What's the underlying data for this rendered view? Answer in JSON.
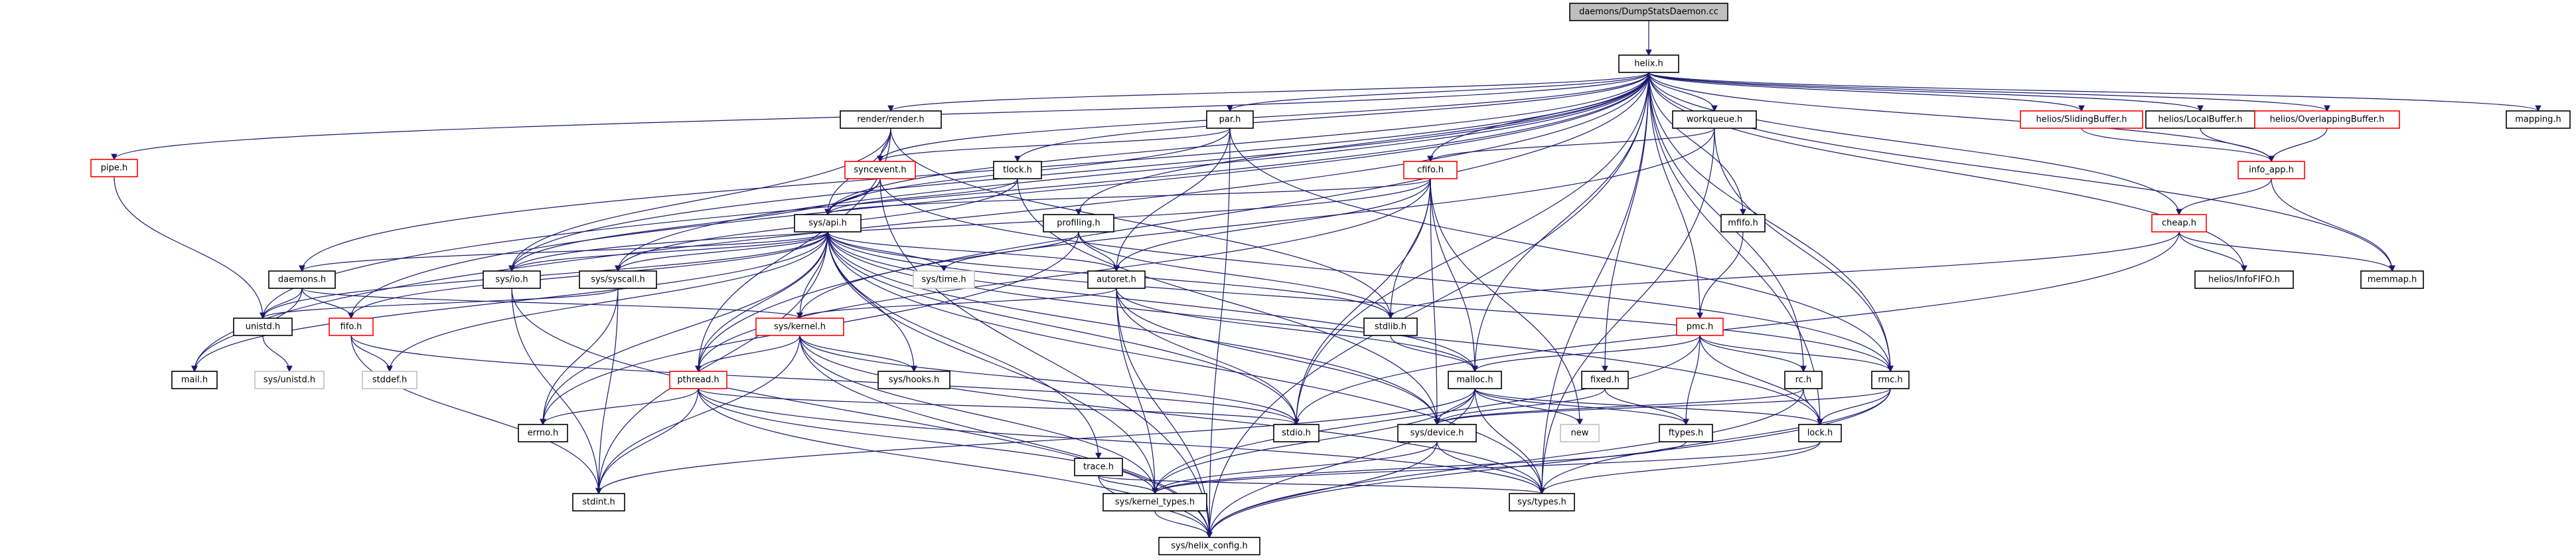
{
  "graph": {
    "nodes": [
      {
        "id": "root",
        "label": "daemons/DumpStatsDaemon.cc",
        "style": "root"
      },
      {
        "id": "helix",
        "label": "helix.h",
        "style": "black"
      },
      {
        "id": "pipe",
        "label": "pipe.h",
        "style": "red"
      },
      {
        "id": "render",
        "label": "render/render.h",
        "style": "black"
      },
      {
        "id": "par",
        "label": "par.h",
        "style": "black"
      },
      {
        "id": "workqueue",
        "label": "workqueue.h",
        "style": "black"
      },
      {
        "id": "sliding",
        "label": "helios/SlidingBuffer.h",
        "style": "red"
      },
      {
        "id": "localbuf",
        "label": "helios/LocalBuffer.h",
        "style": "black"
      },
      {
        "id": "overlap",
        "label": "helios/OverlappingBuffer.h",
        "style": "red"
      },
      {
        "id": "mapping",
        "label": "mapping.h",
        "style": "black"
      },
      {
        "id": "syncevent",
        "label": "syncevent.h",
        "style": "red"
      },
      {
        "id": "tlock",
        "label": "tlock.h",
        "style": "black"
      },
      {
        "id": "cfifo",
        "label": "cfifo.h",
        "style": "red"
      },
      {
        "id": "infoapp",
        "label": "info_app.h",
        "style": "red"
      },
      {
        "id": "mfifo",
        "label": "mfifo.h",
        "style": "black"
      },
      {
        "id": "profiling",
        "label": "profiling.h",
        "style": "black"
      },
      {
        "id": "sysapi",
        "label": "sys/api.h",
        "style": "black"
      },
      {
        "id": "cheap",
        "label": "cheap.h",
        "style": "red"
      },
      {
        "id": "infofifo",
        "label": "helios/InfoFIFO.h",
        "style": "black"
      },
      {
        "id": "memmap",
        "label": "memmap.h",
        "style": "black"
      },
      {
        "id": "sysio",
        "label": "sys/io.h",
        "style": "black"
      },
      {
        "id": "daemons",
        "label": "daemons.h",
        "style": "black"
      },
      {
        "id": "syssyscall",
        "label": "sys/syscall.h",
        "style": "black"
      },
      {
        "id": "systime",
        "label": "sys/time.h",
        "style": "grey"
      },
      {
        "id": "autoret",
        "label": "autoret.h",
        "style": "black"
      },
      {
        "id": "stdlib",
        "label": "stdlib.h",
        "style": "black"
      },
      {
        "id": "unistd",
        "label": "unistd.h",
        "style": "black"
      },
      {
        "id": "fifo",
        "label": "fifo.h",
        "style": "red"
      },
      {
        "id": "syskernel",
        "label": "sys/kernel.h",
        "style": "red"
      },
      {
        "id": "pmc",
        "label": "pmc.h",
        "style": "red"
      },
      {
        "id": "mail",
        "label": "mail.h",
        "style": "black"
      },
      {
        "id": "sysunistd",
        "label": "sys/unistd.h",
        "style": "grey"
      },
      {
        "id": "stddef",
        "label": "stddef.h",
        "style": "grey"
      },
      {
        "id": "syshooks",
        "label": "sys/hooks.h",
        "style": "black"
      },
      {
        "id": "pthread",
        "label": "pthread.h",
        "style": "red"
      },
      {
        "id": "malloc",
        "label": "malloc.h",
        "style": "black"
      },
      {
        "id": "fixed",
        "label": "fixed.h",
        "style": "black"
      },
      {
        "id": "rc",
        "label": "rc.h",
        "style": "black"
      },
      {
        "id": "rmc",
        "label": "rmc.h",
        "style": "black"
      },
      {
        "id": "errno",
        "label": "errno.h",
        "style": "black"
      },
      {
        "id": "stdio",
        "label": "stdio.h",
        "style": "black"
      },
      {
        "id": "sysdevice",
        "label": "sys/device.h",
        "style": "black"
      },
      {
        "id": "new",
        "label": "new",
        "style": "grey"
      },
      {
        "id": "ftypes",
        "label": "ftypes.h",
        "style": "black"
      },
      {
        "id": "lock",
        "label": "lock.h",
        "style": "black"
      },
      {
        "id": "trace",
        "label": "trace.h",
        "style": "black"
      },
      {
        "id": "stdint",
        "label": "stdint.h",
        "style": "black"
      },
      {
        "id": "syskerneltypes",
        "label": "sys/kernel_types.h",
        "style": "black"
      },
      {
        "id": "systypes",
        "label": "sys/types.h",
        "style": "black"
      },
      {
        "id": "syshelixconfig",
        "label": "sys/helix_config.h",
        "style": "black"
      }
    ],
    "edges": [
      [
        "root",
        "helix"
      ],
      [
        "helix",
        "pipe"
      ],
      [
        "helix",
        "render"
      ],
      [
        "helix",
        "par"
      ],
      [
        "helix",
        "workqueue"
      ],
      [
        "helix",
        "sliding"
      ],
      [
        "helix",
        "localbuf"
      ],
      [
        "helix",
        "overlap"
      ],
      [
        "helix",
        "mapping"
      ],
      [
        "helix",
        "syncevent"
      ],
      [
        "helix",
        "tlock"
      ],
      [
        "helix",
        "cfifo"
      ],
      [
        "helix",
        "infoapp"
      ],
      [
        "helix",
        "mfifo"
      ],
      [
        "helix",
        "profiling"
      ],
      [
        "helix",
        "sysapi"
      ],
      [
        "helix",
        "cheap"
      ],
      [
        "helix",
        "infofifo"
      ],
      [
        "helix",
        "memmap"
      ],
      [
        "helix",
        "sysio"
      ],
      [
        "helix",
        "daemons"
      ],
      [
        "helix",
        "syssyscall"
      ],
      [
        "helix",
        "unistd"
      ],
      [
        "helix",
        "fifo"
      ],
      [
        "helix",
        "pmc"
      ],
      [
        "helix",
        "mail"
      ],
      [
        "helix",
        "pthread"
      ],
      [
        "helix",
        "malloc"
      ],
      [
        "helix",
        "fixed"
      ],
      [
        "helix",
        "rc"
      ],
      [
        "helix",
        "rmc"
      ],
      [
        "helix",
        "stdio"
      ],
      [
        "helix",
        "lock"
      ],
      [
        "helix",
        "systypes"
      ],
      [
        "helix",
        "syshelixconfig"
      ],
      [
        "pipe",
        "unistd"
      ],
      [
        "render",
        "syncevent"
      ],
      [
        "render",
        "sysapi"
      ],
      [
        "render",
        "sysio"
      ],
      [
        "render",
        "pthread"
      ],
      [
        "render",
        "stdlib"
      ],
      [
        "par",
        "syncevent"
      ],
      [
        "par",
        "sysapi"
      ],
      [
        "par",
        "autoret"
      ],
      [
        "par",
        "rmc"
      ],
      [
        "par",
        "syshelixconfig"
      ],
      [
        "workqueue",
        "cfifo"
      ],
      [
        "workqueue",
        "syskernel"
      ],
      [
        "workqueue",
        "rmc"
      ],
      [
        "workqueue",
        "systypes"
      ],
      [
        "sliding",
        "infoapp"
      ],
      [
        "localbuf",
        "infoapp"
      ],
      [
        "overlap",
        "infoapp"
      ],
      [
        "syncevent",
        "sysapi"
      ],
      [
        "syncevent",
        "sysio"
      ],
      [
        "syncevent",
        "syshelixconfig"
      ],
      [
        "syncevent",
        "rmc"
      ],
      [
        "tlock",
        "sysapi"
      ],
      [
        "tlock",
        "syssyscall"
      ],
      [
        "tlock",
        "sysdevice"
      ],
      [
        "cfifo",
        "sysapi"
      ],
      [
        "cfifo",
        "autoret"
      ],
      [
        "cfifo",
        "stdlib"
      ],
      [
        "cfifo",
        "malloc"
      ],
      [
        "cfifo",
        "stdio"
      ],
      [
        "cfifo",
        "sysdevice"
      ],
      [
        "cfifo",
        "new"
      ],
      [
        "cfifo",
        "pthread"
      ],
      [
        "cfifo",
        "sysio"
      ],
      [
        "infoapp",
        "cheap"
      ],
      [
        "infoapp",
        "memmap"
      ],
      [
        "mfifo",
        "pmc"
      ],
      [
        "profiling",
        "autoret"
      ],
      [
        "profiling",
        "systime"
      ],
      [
        "profiling",
        "stdlib"
      ],
      [
        "profiling",
        "errno"
      ],
      [
        "sysapi",
        "sysio"
      ],
      [
        "sysapi",
        "daemons"
      ],
      [
        "sysapi",
        "syssyscall"
      ],
      [
        "sysapi",
        "systime"
      ],
      [
        "sysapi",
        "autoret"
      ],
      [
        "sysapi",
        "stdlib"
      ],
      [
        "sysapi",
        "unistd"
      ],
      [
        "sysapi",
        "fifo"
      ],
      [
        "sysapi",
        "syskernel"
      ],
      [
        "sysapi",
        "mail"
      ],
      [
        "sysapi",
        "stddef"
      ],
      [
        "sysapi",
        "syshooks"
      ],
      [
        "sysapi",
        "pthread"
      ],
      [
        "sysapi",
        "malloc"
      ],
      [
        "sysapi",
        "rmc"
      ],
      [
        "sysapi",
        "errno"
      ],
      [
        "sysapi",
        "stdio"
      ],
      [
        "sysapi",
        "sysdevice"
      ],
      [
        "sysapi",
        "lock"
      ],
      [
        "sysapi",
        "trace"
      ],
      [
        "sysapi",
        "stdint"
      ],
      [
        "sysapi",
        "syskerneltypes"
      ],
      [
        "sysapi",
        "systypes"
      ],
      [
        "cheap",
        "infofifo"
      ],
      [
        "cheap",
        "memmap"
      ],
      [
        "cheap",
        "stdlib"
      ],
      [
        "cheap",
        "stdio"
      ],
      [
        "sysio",
        "stdint"
      ],
      [
        "sysio",
        "syshelixconfig"
      ],
      [
        "daemons",
        "fifo"
      ],
      [
        "daemons",
        "mail"
      ],
      [
        "daemons",
        "unistd"
      ],
      [
        "daemons",
        "syskernel"
      ],
      [
        "syssyscall",
        "unistd"
      ],
      [
        "syssyscall",
        "errno"
      ],
      [
        "syssyscall",
        "stdint"
      ],
      [
        "autoret",
        "syskernel"
      ],
      [
        "autoret",
        "stdio"
      ],
      [
        "autoret",
        "sysdevice"
      ],
      [
        "autoret",
        "syskerneltypes"
      ],
      [
        "autoret",
        "syshelixconfig"
      ],
      [
        "autoret",
        "malloc"
      ],
      [
        "stdlib",
        "malloc"
      ],
      [
        "unistd",
        "sysunistd"
      ],
      [
        "fifo",
        "stddef"
      ],
      [
        "fifo",
        "stdint"
      ],
      [
        "fifo",
        "stdio"
      ],
      [
        "syskernel",
        "syshooks"
      ],
      [
        "syskernel",
        "pthread"
      ],
      [
        "syskernel",
        "stdint"
      ],
      [
        "syskernel",
        "syskerneltypes"
      ],
      [
        "syskernel",
        "syshelixconfig"
      ],
      [
        "syskernel",
        "systypes"
      ],
      [
        "syskernel",
        "stdio"
      ],
      [
        "pmc",
        "malloc"
      ],
      [
        "pmc",
        "rmc"
      ],
      [
        "pmc",
        "rc"
      ],
      [
        "pmc",
        "lock"
      ],
      [
        "pmc",
        "ftypes"
      ],
      [
        "pmc",
        "syskerneltypes"
      ],
      [
        "pthread",
        "errno"
      ],
      [
        "pthread",
        "stdint"
      ],
      [
        "pthread",
        "stdio"
      ],
      [
        "pthread",
        "syskerneltypes"
      ],
      [
        "pthread",
        "syshelixconfig"
      ],
      [
        "pthread",
        "systypes"
      ],
      [
        "malloc",
        "sysdevice"
      ],
      [
        "malloc",
        "new"
      ],
      [
        "malloc",
        "ftypes"
      ],
      [
        "malloc",
        "stdint"
      ],
      [
        "malloc",
        "syskerneltypes"
      ],
      [
        "malloc",
        "systypes"
      ],
      [
        "malloc",
        "syshelixconfig"
      ],
      [
        "malloc",
        "lock"
      ],
      [
        "fixed",
        "sysdevice"
      ],
      [
        "fixed",
        "ftypes"
      ],
      [
        "rc",
        "sysdevice"
      ],
      [
        "rc",
        "lock"
      ],
      [
        "rc",
        "syshelixconfig"
      ],
      [
        "rmc",
        "lock"
      ],
      [
        "rmc",
        "sysdevice"
      ],
      [
        "rmc",
        "systypes"
      ],
      [
        "rmc",
        "syshelixconfig"
      ],
      [
        "sysdevice",
        "systypes"
      ],
      [
        "sysdevice",
        "syshelixconfig"
      ],
      [
        "sysdevice",
        "syskerneltypes"
      ],
      [
        "ftypes",
        "syskerneltypes"
      ],
      [
        "lock",
        "syskerneltypes"
      ],
      [
        "lock",
        "systypes"
      ],
      [
        "trace",
        "syskerneltypes"
      ],
      [
        "trace",
        "systypes"
      ],
      [
        "trace",
        "syshelixconfig"
      ],
      [
        "syskerneltypes",
        "syshelixconfig"
      ]
    ]
  },
  "colors": {
    "edge": "#191970",
    "red_border": "#ff0000",
    "grey_border": "#bfbfbf",
    "root_fill": "#bfbfbf"
  }
}
